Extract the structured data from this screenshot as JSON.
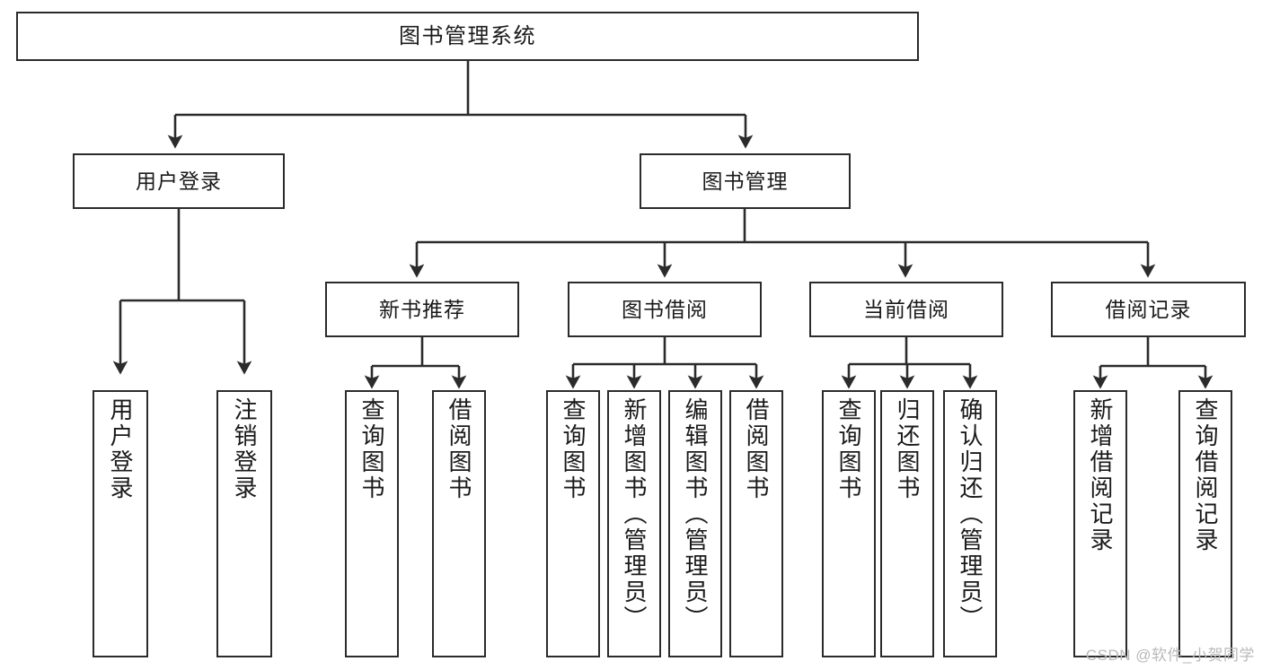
{
  "diagram": {
    "type": "tree-hierarchy",
    "title": "图书管理系统",
    "watermark": "CSDN @软件_小贺同学",
    "colors": {
      "stroke": "#2b2b2b",
      "fill": "#ffffff",
      "text": "#1a1a1a",
      "watermark": "#b9b9b9"
    },
    "nodes": {
      "root": {
        "label": "图书管理系统"
      },
      "level2": [
        {
          "id": "user-login",
          "label": "用户登录"
        },
        {
          "id": "book-manage",
          "label": "图书管理"
        }
      ],
      "level3": [
        {
          "id": "new-book-recommend",
          "label": "新书推荐"
        },
        {
          "id": "book-borrow",
          "label": "图书借阅"
        },
        {
          "id": "current-borrow",
          "label": "当前借阅"
        },
        {
          "id": "borrow-record",
          "label": "借阅记录"
        }
      ],
      "leaves": [
        {
          "id": "leaf-user-login",
          "label": "用户登录",
          "parent": "user-login"
        },
        {
          "id": "leaf-logout",
          "label": "注销登录",
          "parent": "user-login"
        },
        {
          "id": "leaf-query-book-1",
          "label": "查询图书",
          "parent": "new-book-recommend"
        },
        {
          "id": "leaf-borrow-book-1",
          "label": "借阅图书",
          "parent": "new-book-recommend"
        },
        {
          "id": "leaf-query-book-2",
          "label": "查询图书",
          "parent": "book-borrow"
        },
        {
          "id": "leaf-add-book",
          "label": "新增图书（管理员）",
          "parent": "book-borrow"
        },
        {
          "id": "leaf-edit-book",
          "label": "编辑图书（管理员）",
          "parent": "book-borrow"
        },
        {
          "id": "leaf-borrow-book-2",
          "label": "借阅图书",
          "parent": "book-borrow"
        },
        {
          "id": "leaf-query-book-3",
          "label": "查询图书",
          "parent": "current-borrow"
        },
        {
          "id": "leaf-return-book",
          "label": "归还图书",
          "parent": "current-borrow"
        },
        {
          "id": "leaf-confirm-return",
          "label": "确认归还（管理员）",
          "parent": "current-borrow"
        },
        {
          "id": "leaf-add-record",
          "label": "新增借阅记录",
          "parent": "borrow-record"
        },
        {
          "id": "leaf-query-record",
          "label": "查询借阅记录",
          "parent": "borrow-record"
        }
      ]
    }
  }
}
